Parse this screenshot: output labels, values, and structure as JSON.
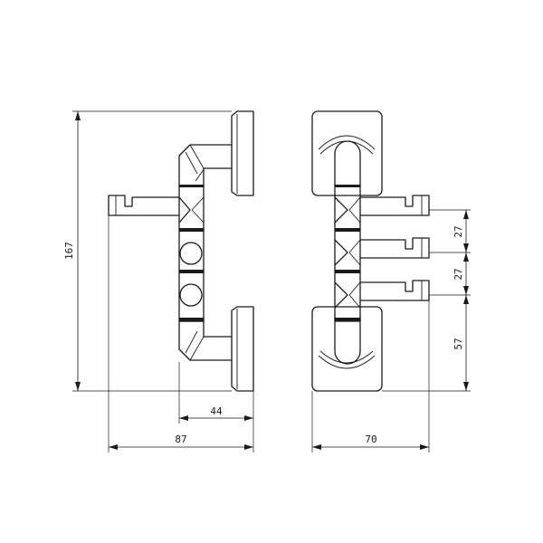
{
  "dimensions": {
    "height_total": "167",
    "depth_bracket": "44",
    "depth_total": "87",
    "width": "70",
    "hook_spacing_1": "27",
    "hook_spacing_2": "27",
    "bottom_offset": "57"
  }
}
